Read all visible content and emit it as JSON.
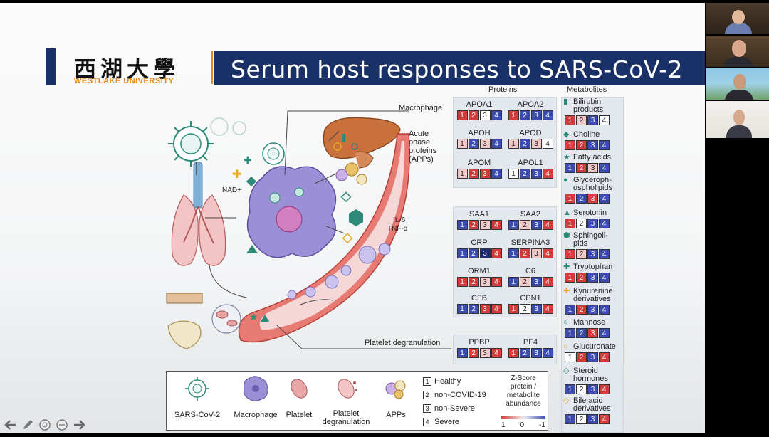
{
  "header": {
    "logo_cn": "西湖大學",
    "logo_en": "WESTLAKE UNIVERSITY",
    "title": "Serum host responses to SARS-CoV-2"
  },
  "colors": {
    "navy": "#1a3167",
    "orange": "#e8891c",
    "teal": "#2d8a78",
    "red": "#d43c3c",
    "blue": "#3b4bb0"
  },
  "figure": {
    "col_proteins": "Proteins",
    "col_metabolites": "Metabolites",
    "labels": {
      "macrophage": "Macrophage",
      "apps": "Acute\nphase\nproteins\n(APPs)",
      "il6": "IL-6\nTNF-α",
      "nad": "NAD+",
      "platelet_degranulation": "Platelet degranulation"
    },
    "proteins": [
      {
        "name": "APOA1",
        "codes": [
          "r",
          "r",
          "w",
          "b"
        ]
      },
      {
        "name": "APOA2",
        "codes": [
          "r",
          "b",
          "b",
          "b"
        ]
      },
      {
        "name": "APOH",
        "codes": [
          "l",
          "b",
          "l",
          "b"
        ]
      },
      {
        "name": "APOD",
        "codes": [
          "l",
          "b",
          "l",
          "w"
        ]
      },
      {
        "name": "APOM",
        "codes": [
          "l",
          "r",
          "r",
          "b"
        ]
      },
      {
        "name": "APOL1",
        "codes": [
          "w",
          "b",
          "b",
          "r"
        ]
      },
      {
        "name": "SAA1",
        "codes": [
          "b",
          "r",
          "l",
          "r"
        ]
      },
      {
        "name": "SAA2",
        "codes": [
          "b",
          "l",
          "b",
          "r"
        ]
      },
      {
        "name": "CRP",
        "codes": [
          "b",
          "b",
          "d",
          "r"
        ]
      },
      {
        "name": "SERPINA3",
        "codes": [
          "b",
          "r",
          "l",
          "r"
        ]
      },
      {
        "name": "ORM1",
        "codes": [
          "r",
          "r",
          "l",
          "r"
        ]
      },
      {
        "name": "C6",
        "codes": [
          "b",
          "l",
          "b",
          "r"
        ]
      },
      {
        "name": "CFB",
        "codes": [
          "b",
          "b",
          "r",
          "r"
        ]
      },
      {
        "name": "CPN1",
        "codes": [
          "r",
          "w",
          "b",
          "r"
        ]
      },
      {
        "name": "PPBP",
        "codes": [
          "b",
          "r",
          "l",
          "r"
        ]
      },
      {
        "name": "PF4",
        "codes": [
          "r",
          "b",
          "b",
          "b"
        ]
      }
    ],
    "metabolites": [
      {
        "name": "Bilirubin\nproducts",
        "icon": "▮",
        "codes": [
          "r",
          "l",
          "b",
          "w"
        ]
      },
      {
        "name": "Choline",
        "icon": "◆",
        "codes": [
          "r",
          "r",
          "b",
          "b"
        ]
      },
      {
        "name": "Fatty acids",
        "icon": "★",
        "codes": [
          "b",
          "r",
          "l",
          "b"
        ]
      },
      {
        "name": "Glyceroph-\nospholipids",
        "icon": "●",
        "codes": [
          "r",
          "b",
          "r",
          "b"
        ]
      },
      {
        "name": "Serotonin",
        "icon": "▲",
        "codes": [
          "r",
          "w",
          "b",
          "b"
        ]
      },
      {
        "name": "Sphingoli-\npids",
        "icon": "⬢",
        "codes": [
          "r",
          "l",
          "b",
          "b"
        ]
      },
      {
        "name": "Tryptophan",
        "icon": "✚",
        "codes": [
          "r",
          "r",
          "b",
          "b"
        ]
      },
      {
        "name": "Kynurenine\nderivatives",
        "icon": "✚",
        "codes": [
          "b",
          "r",
          "b",
          "b"
        ]
      },
      {
        "name": "Mannose",
        "icon": "○",
        "codes": [
          "b",
          "b",
          "r",
          "b"
        ]
      },
      {
        "name": "Glucuronate",
        "icon": "○",
        "codes": [
          "w",
          "r",
          "b",
          "r"
        ]
      },
      {
        "name": "Steroid\nhormones",
        "icon": "◇",
        "codes": [
          "b",
          "w",
          "b",
          "r"
        ]
      },
      {
        "name": "Bile acid\nderivatives",
        "icon": "◇",
        "codes": [
          "b",
          "w",
          "b",
          "r"
        ]
      }
    ],
    "legend": {
      "icons": [
        "SARS-CoV-2",
        "Macrophage",
        "Platelet",
        "Platelet\ndegranulation",
        "APPs"
      ],
      "groups": [
        "Healthy",
        "non-COVID-19",
        "non-Severe",
        "Severe"
      ],
      "zscore": "Z-Score\nprotein /\nmetabolite\nabundance",
      "ticks": [
        "1",
        "0",
        "-1"
      ]
    }
  },
  "toolbar": [
    "prev-arrow-icon",
    "pen-icon",
    "zoom-icon",
    "more-icon",
    "next-arrow-icon"
  ]
}
